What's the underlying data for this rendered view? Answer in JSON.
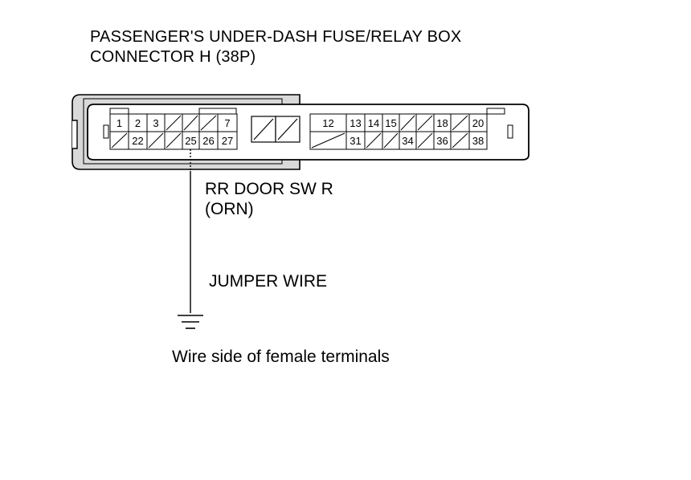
{
  "title": {
    "line1": "PASSENGER'S UNDER-DASH FUSE/RELAY BOX",
    "line2": "CONNECTOR H (38P)"
  },
  "terminal_label": {
    "line1": "RR DOOR SW R",
    "line2": "(ORN)"
  },
  "jumper_label": "JUMPER WIRE",
  "caption": "Wire side of female terminals",
  "terminals": {
    "top": [
      "1",
      "2",
      "3",
      "",
      "",
      "",
      "7",
      "",
      "",
      "",
      "12",
      "13",
      "14",
      "15",
      "",
      "",
      "18",
      "",
      "20"
    ],
    "bottom": [
      "",
      "22",
      "",
      "",
      "25",
      "26",
      "27",
      "",
      "",
      "",
      "",
      "31",
      "",
      "",
      "34",
      "",
      "36",
      "",
      "38"
    ]
  },
  "probed_terminal": "25",
  "colors": {
    "line": "#000000",
    "housing_fill": "#d9d9d9"
  },
  "icons": [
    "ground-icon"
  ]
}
